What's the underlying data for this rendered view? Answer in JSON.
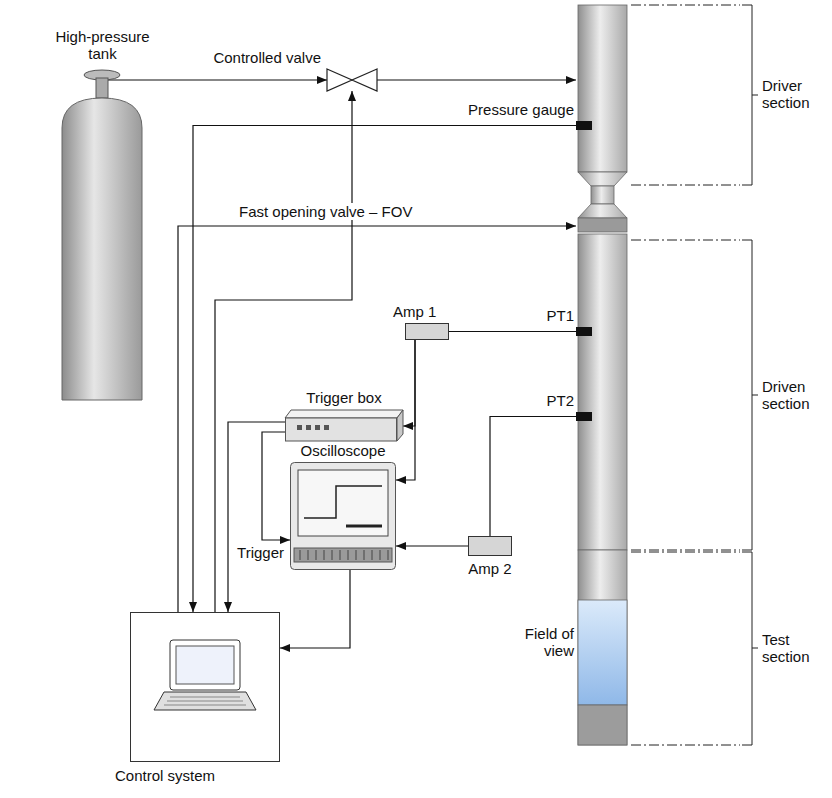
{
  "diagram": {
    "nodes": [
      {
        "text": [
          "High-pressure tank"
        ]
      },
      {
        "text": [
          "Controlled valve"
        ]
      },
      {
        "text": [
          "Pressure gauge"
        ]
      },
      {
        "text": [
          "Amp 1"
        ]
      },
      {
        "text": [
          "PT1"
        ]
      },
      {
        "text": [
          "Trigger box"
        ]
      },
      {
        "text": [
          "PT2"
        ]
      },
      {
        "text": [
          "Oscilloscope"
        ]
      },
      {
        "text": [
          "Amp 2"
        ]
      },
      {
        "text": [
          "Control system"
        ]
      }
    ],
    "edges": [
      {
        "from": 0,
        "to": 1,
        "arrow": "to"
      },
      {
        "from": 9,
        "to": 1,
        "arrow": "to"
      },
      {
        "from": 2,
        "to": 9,
        "arrow": "to"
      },
      {
        "from": 4,
        "to": 3,
        "arrow": "none"
      },
      {
        "from": 3,
        "to": 5,
        "arrow": "to"
      },
      {
        "from": 3,
        "to": 7,
        "arrow": "to"
      },
      {
        "from": 6,
        "to": 8,
        "arrow": "none"
      },
      {
        "from": 8,
        "to": 7,
        "arrow": "to"
      },
      {
        "from": 5,
        "to": 7,
        "label": "Trigger",
        "arrow": "to"
      },
      {
        "from": 5,
        "to": 9,
        "arrow": "to"
      },
      {
        "from": 7,
        "to": 9,
        "arrow": "to"
      }
    ],
    "labels": [
      "Fast opening valve – FOV",
      "Driver section",
      "Driven section",
      "Field of view",
      "Test section"
    ]
  }
}
